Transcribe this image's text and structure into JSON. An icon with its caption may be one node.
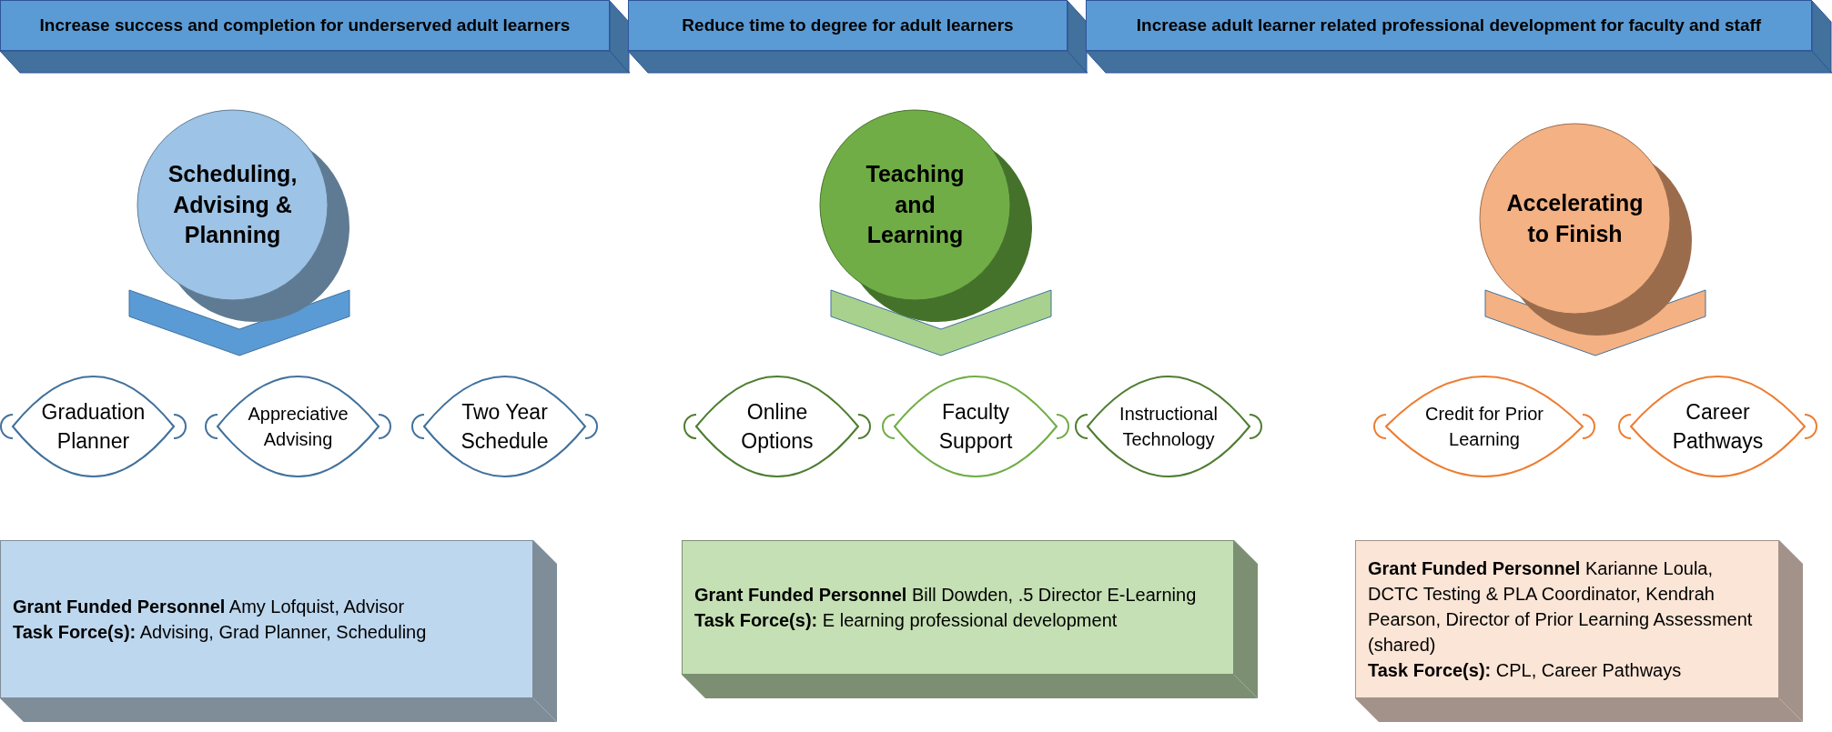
{
  "diagram": {
    "nodes": [
      {
        "text": [
          "Increase success and completion for underserved adult learners"
        ]
      },
      {
        "text": [
          "Reduce time to degree for adult learners"
        ]
      },
      {
        "text": [
          "Increase adult learner related professional development for faculty and staff"
        ]
      },
      {
        "text": [
          "Scheduling, Advising & Planning"
        ]
      },
      {
        "text": [
          "Teaching and Learning"
        ]
      },
      {
        "text": [
          "Accelerating to Finish"
        ]
      },
      {
        "text": [
          "Graduation Planner"
        ]
      },
      {
        "text": [
          "Appreciative Advising"
        ]
      },
      {
        "text": [
          "Two Year Schedule"
        ]
      },
      {
        "text": [
          "Online Options"
        ]
      },
      {
        "text": [
          "Faculty Support"
        ]
      },
      {
        "text": [
          "Instructional Technology"
        ]
      },
      {
        "text": [
          "Credit for Prior Learning"
        ]
      },
      {
        "text": [
          "Career Pathways"
        ]
      },
      {
        "text": [
          "**Grant Funded Personnel** Amy Lofquist, Advisor",
          "**Task Force(s):** Advising, Grad Planner, Scheduling"
        ]
      },
      {
        "text": [
          "**Grant Funded Personnel** Bill Dowden, .5 Director E-Learning",
          "**Task Force(s):** E learning professional development"
        ]
      },
      {
        "text": [
          "**Grant Funded Personnel** Karianne Loula, DCTC Testing & PLA Coordinator, Kendrah Pearson, Director of Prior Learning Assessment (shared)",
          "**Task Force(s):** CPL, Career Pathways"
        ]
      }
    ],
    "edges": [
      {
        "from": 3,
        "to": 6,
        "arrow": "none"
      },
      {
        "from": 4,
        "to": 9,
        "arrow": "none"
      },
      {
        "from": 5,
        "to": 12,
        "arrow": "none"
      }
    ]
  }
}
